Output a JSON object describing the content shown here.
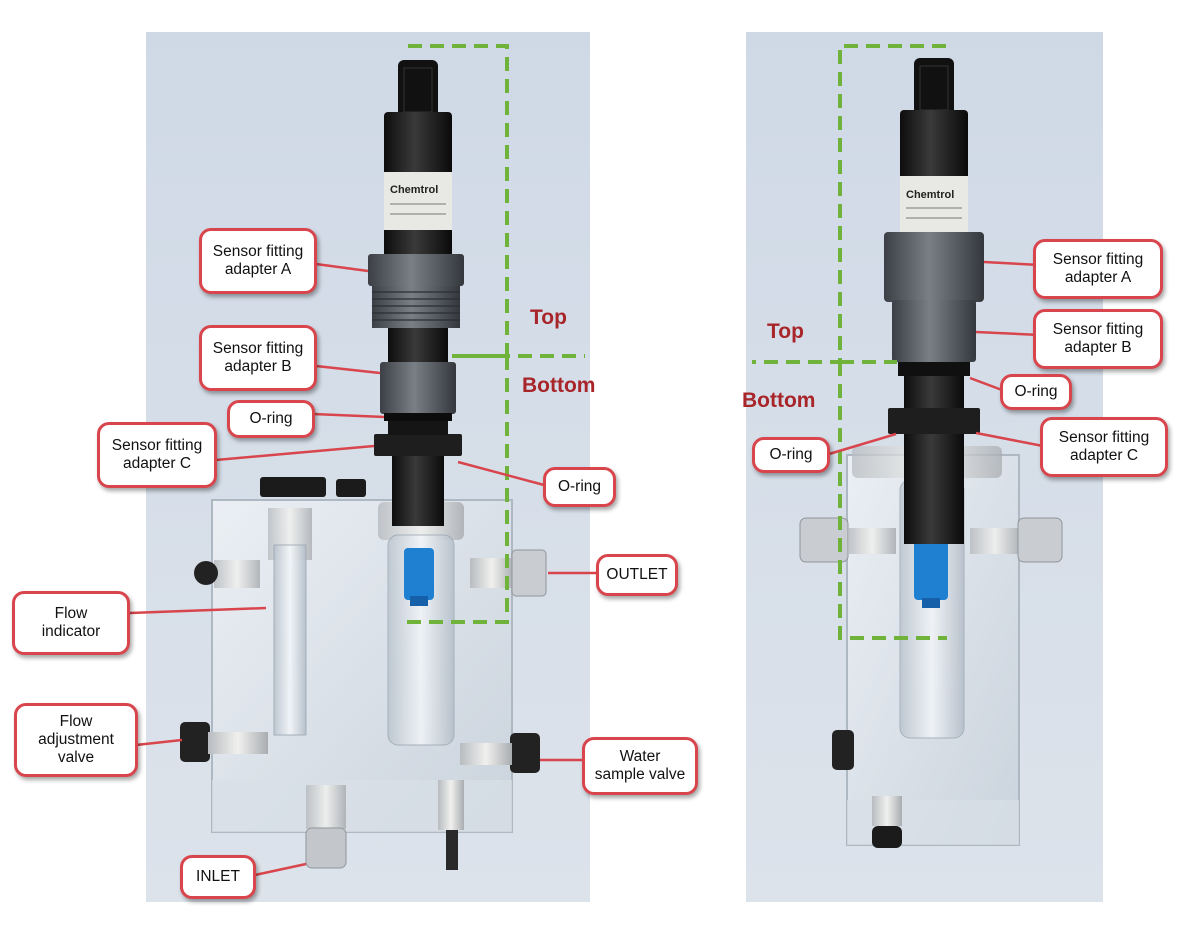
{
  "left_photo": {
    "brand_text": "Chemtrol",
    "callouts": [
      {
        "id": "sfa-a-left",
        "text": "Sensor fitting\nadapter A"
      },
      {
        "id": "sfa-b-left",
        "text": "Sensor fitting\nadapter B"
      },
      {
        "id": "oring-1-left",
        "text": "O-ring"
      },
      {
        "id": "sfa-c-left",
        "text": "Sensor fitting\nadapter C"
      },
      {
        "id": "oring-2-left",
        "text": "O-ring"
      },
      {
        "id": "outlet-left",
        "text": "OUTLET"
      },
      {
        "id": "flow-indicator-left",
        "text": "Flow\nindicator"
      },
      {
        "id": "flow-adjust-left",
        "text": "Flow\nadjustment\nvalve"
      },
      {
        "id": "water-sample-left",
        "text": "Water\nsample valve"
      },
      {
        "id": "inlet-left",
        "text": "INLET"
      }
    ],
    "zones": {
      "top": "Top",
      "bottom": "Bottom"
    }
  },
  "right_photo": {
    "brand_text": "Chemtrol",
    "callouts": [
      {
        "id": "sfa-a-right",
        "text": "Sensor fitting\nadapter A"
      },
      {
        "id": "sfa-b-right",
        "text": "Sensor fitting\nadapter B"
      },
      {
        "id": "oring-1-right",
        "text": "O-ring"
      },
      {
        "id": "oring-2-right",
        "text": "O-ring"
      },
      {
        "id": "sfa-c-right",
        "text": "Sensor fitting\nadapter C"
      }
    ],
    "zones": {
      "top": "Top",
      "bottom": "Bottom"
    }
  },
  "colors": {
    "callout_border": "#d9454c",
    "zone_text": "#a8252a",
    "dashed_line": "#6fb33a",
    "photo_background": "#d4dde8"
  }
}
